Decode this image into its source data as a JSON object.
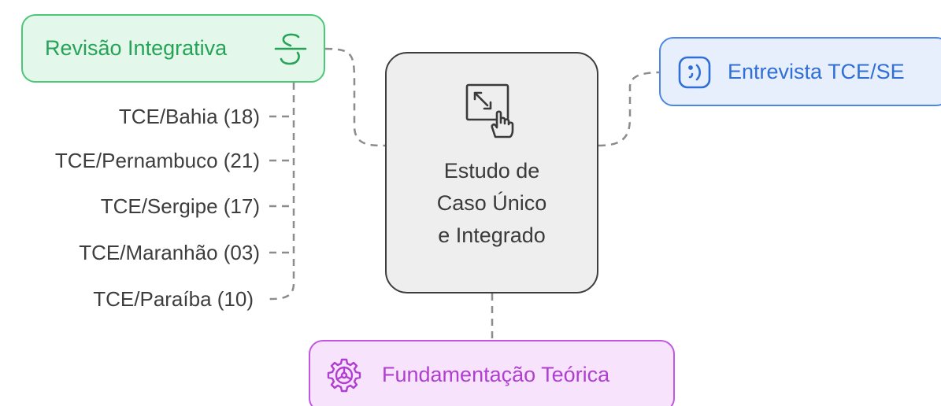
{
  "diagram": {
    "central": {
      "line1": "Estudo de",
      "line2": "Caso Único",
      "line3": "e Integrado",
      "icon": "resize-touch-icon"
    },
    "revisao": {
      "label": "Revisão Integrativa",
      "icon": "strikethrough-s-icon",
      "color": "#4cc777",
      "items": [
        "TCE/Bahia (18)",
        "TCE/Pernambuco (21)",
        "TCE/Sergipe (17)",
        "TCE/Maranhão (03)",
        "TCE/Paraíba (10)"
      ]
    },
    "entrevista": {
      "label": "Entrevista TCE/SE",
      "icon": "chat-smile-icon",
      "color": "#4d86e3"
    },
    "fundamentacao": {
      "label": "Fundamentação Teórica",
      "icon": "gear-icon",
      "color": "#c256e2"
    },
    "connector_color": "#8c8c8c"
  }
}
